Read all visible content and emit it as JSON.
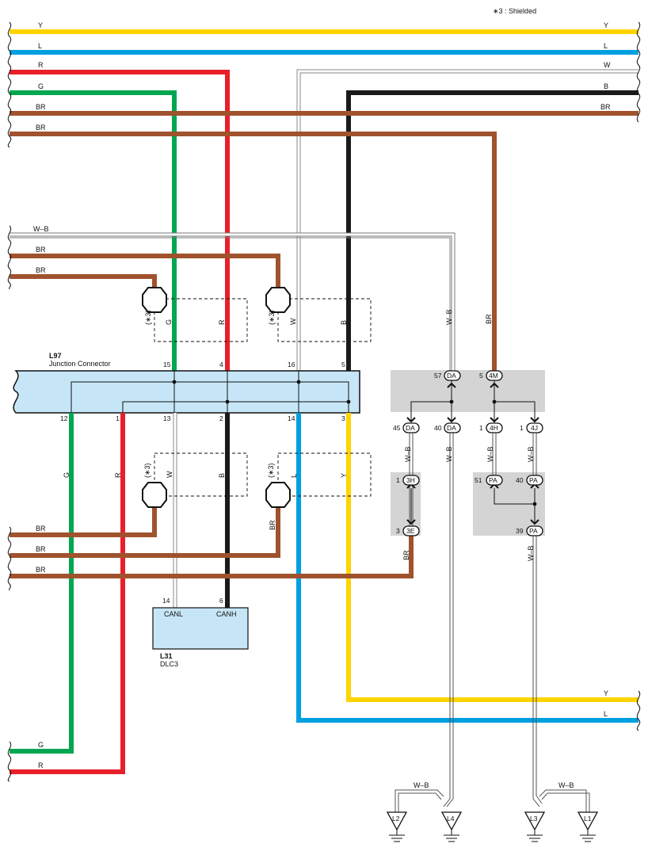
{
  "note": "∗3 : Shielded",
  "wire_labels": {
    "Y": "Y",
    "L": "L",
    "R": "R",
    "G": "G",
    "BR": "BR",
    "W": "W",
    "B": "B",
    "WB": "W–B"
  },
  "shield_label": "(∗3)",
  "components": {
    "L97": {
      "id": "L97",
      "name": "Junction Connector",
      "pins_top": [
        "15",
        "4",
        "16",
        "5"
      ],
      "pins_bottom": [
        "12",
        "1",
        "13",
        "2",
        "14",
        "3"
      ]
    },
    "L31": {
      "id": "L31",
      "name": "DLC3",
      "pins": [
        "14",
        "6"
      ],
      "pin_labels": [
        "CANL",
        "CANH"
      ]
    }
  },
  "connectors": {
    "DA_top": {
      "pin": "57",
      "code": "DA"
    },
    "DA_left": {
      "pin": "45",
      "code": "DA"
    },
    "DA_right": {
      "pin": "40",
      "code": "DA"
    },
    "3H": {
      "pin": "1",
      "code": "3H"
    },
    "3E": {
      "pin": "3",
      "code": "3E"
    },
    "4M": {
      "pin": "5",
      "code": "4M"
    },
    "4H": {
      "pin": "1",
      "code": "4H"
    },
    "4J": {
      "pin": "1",
      "code": "4J"
    },
    "PA_51": {
      "pin": "51",
      "code": "PA"
    },
    "PA_40": {
      "pin": "40",
      "code": "PA"
    },
    "PA_39": {
      "pin": "39",
      "code": "PA"
    }
  },
  "grounds": [
    "L2",
    "L4",
    "L3",
    "L1"
  ],
  "colors": {
    "Y": "#ffd400",
    "L": "#00a0e0",
    "R": "#e8202a",
    "G": "#00a650",
    "BR": "#a0522d",
    "B": "#1a1a1a",
    "W": "#ffffff",
    "box": "#c6e6f7",
    "gray": "#d4d4d4"
  }
}
